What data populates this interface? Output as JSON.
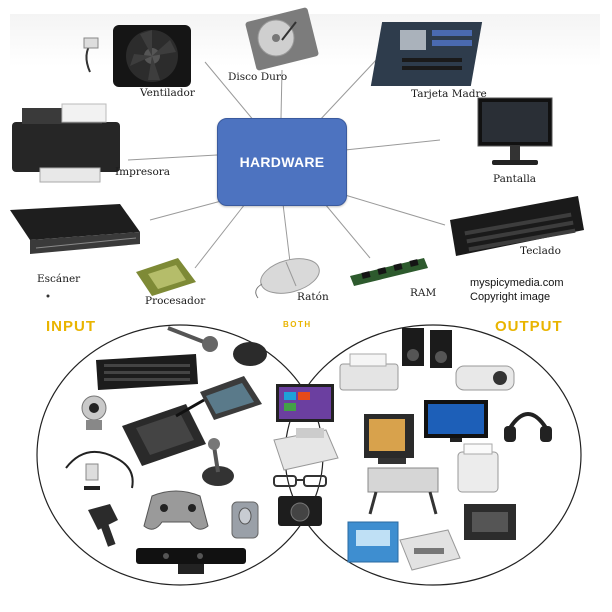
{
  "hardware": {
    "center": "HARDWARE",
    "items": {
      "fan": "Ventilador",
      "hdd": "Disco Duro",
      "motherboard": "Tarjeta Madre",
      "printer": "Impresora",
      "monitor": "Pantalla",
      "scanner": "Escáner",
      "keyboard": "Teclado",
      "cpu": "Procesador",
      "mouse": "Ratón",
      "ram": "RAM"
    },
    "credit_line1": "myspicymedia.com",
    "credit_line2": "Copyright image"
  },
  "venn": {
    "input": "INPUT",
    "both": "BOTH",
    "output": "OUTPUT",
    "title_color": "#e9b400"
  },
  "colors": {
    "hub": "#4d73c0",
    "connector": "#9a9a9a"
  }
}
